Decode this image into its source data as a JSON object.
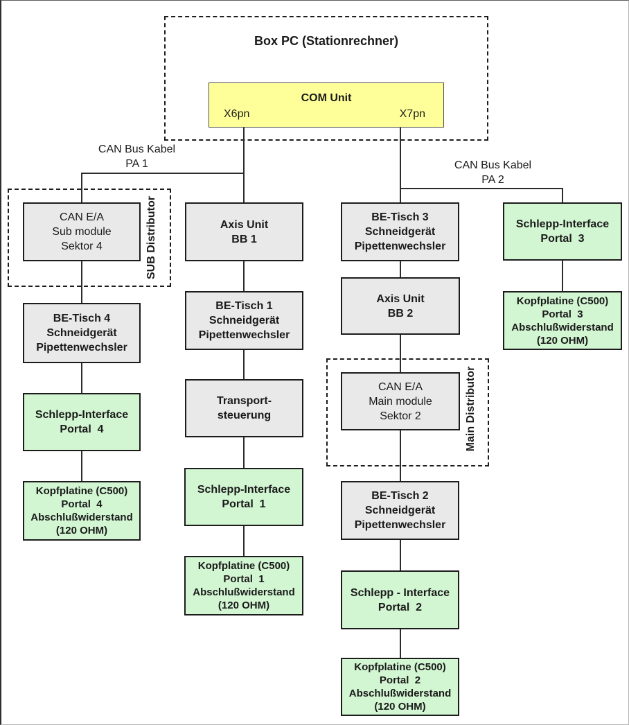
{
  "diagram": {
    "title": "Box PC (Stationrechner)",
    "com_unit": {
      "label": "COM Unit",
      "port_left": "X6pn",
      "port_right": "X7pn"
    },
    "bus_labels": {
      "pa1": "CAN Bus Kabel\nPA 1",
      "pa2": "CAN Bus Kabel\nPA 2"
    },
    "distributors": {
      "sub": "SUB Distributor",
      "main": "Main Distributor"
    },
    "nodes": {
      "can_ea_sub": "CAN E/A\nSub module\nSektor 4",
      "axis_bb1": "Axis Unit\nBB 1",
      "be_tisch3": "BE-Tisch 3\nSchneidgerät\nPipettenwechsler",
      "portal3": "Schlepp-Interface\nPortal  3",
      "kopf3": "Kopfplatine (C500)\nPortal  3\nAbschlußwiderstand\n(120 OHM)",
      "be_tisch4": "BE-Tisch 4\nSchneidgerät\nPipettenwechsler",
      "be_tisch1": "BE-Tisch 1\nSchneidgerät\nPipettenwechsler",
      "axis_bb2": "Axis Unit\nBB 2",
      "can_ea_main": "CAN E/A\nMain module\nSektor 2",
      "portal4": "Schlepp-Interface\nPortal  4",
      "transport": "Transport-\nsteuerung",
      "kopf4": "Kopfplatine (C500)\nPortal  4\nAbschlußwiderstand\n(120 OHM)",
      "portal1": "Schlepp-Interface\nPortal  1",
      "kopf1": "Kopfplatine (C500)\nPortal  1\nAbschlußwiderstand\n(120 OHM)",
      "be_tisch2": "BE-Tisch 2\nSchneidgerät\nPipettenwechsler",
      "portal2": "Schlepp - Interface\nPortal  2",
      "kopf2": "Kopfplatine (C500)\nPortal  2\nAbschlußwiderstand\n(120 OHM)"
    },
    "colors": {
      "com_unit_fill": "#ffff99",
      "interface_fill": "#d2f5d2",
      "device_fill": "#e9e9e9",
      "line": "#2b2b2b"
    }
  }
}
